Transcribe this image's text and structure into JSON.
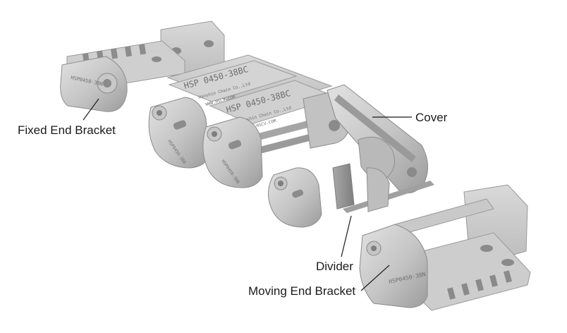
{
  "labels": {
    "fixed_end_bracket": "Fixed End Bracket",
    "cover": "Cover",
    "divider": "Divider",
    "moving_end_bracket": "Moving End Bracket"
  },
  "stamps": {
    "link_model": "HSP 0450-38BC",
    "maker": "Hanshin Chain Co.,Ltd",
    "website": "WWW.HSCV.COM",
    "fixed_bracket_code": "HSP0450-38N",
    "moving_bracket_code": "HSP0450-38N",
    "side_plate_code": "HSP0450-38B"
  },
  "colors": {
    "metal_light": "#d6d6d6",
    "metal_mid": "#b9b9b9",
    "metal_dark": "#8e8e8e",
    "leader_line": "#1a1a1a",
    "label_text": "#1a1a1a"
  }
}
